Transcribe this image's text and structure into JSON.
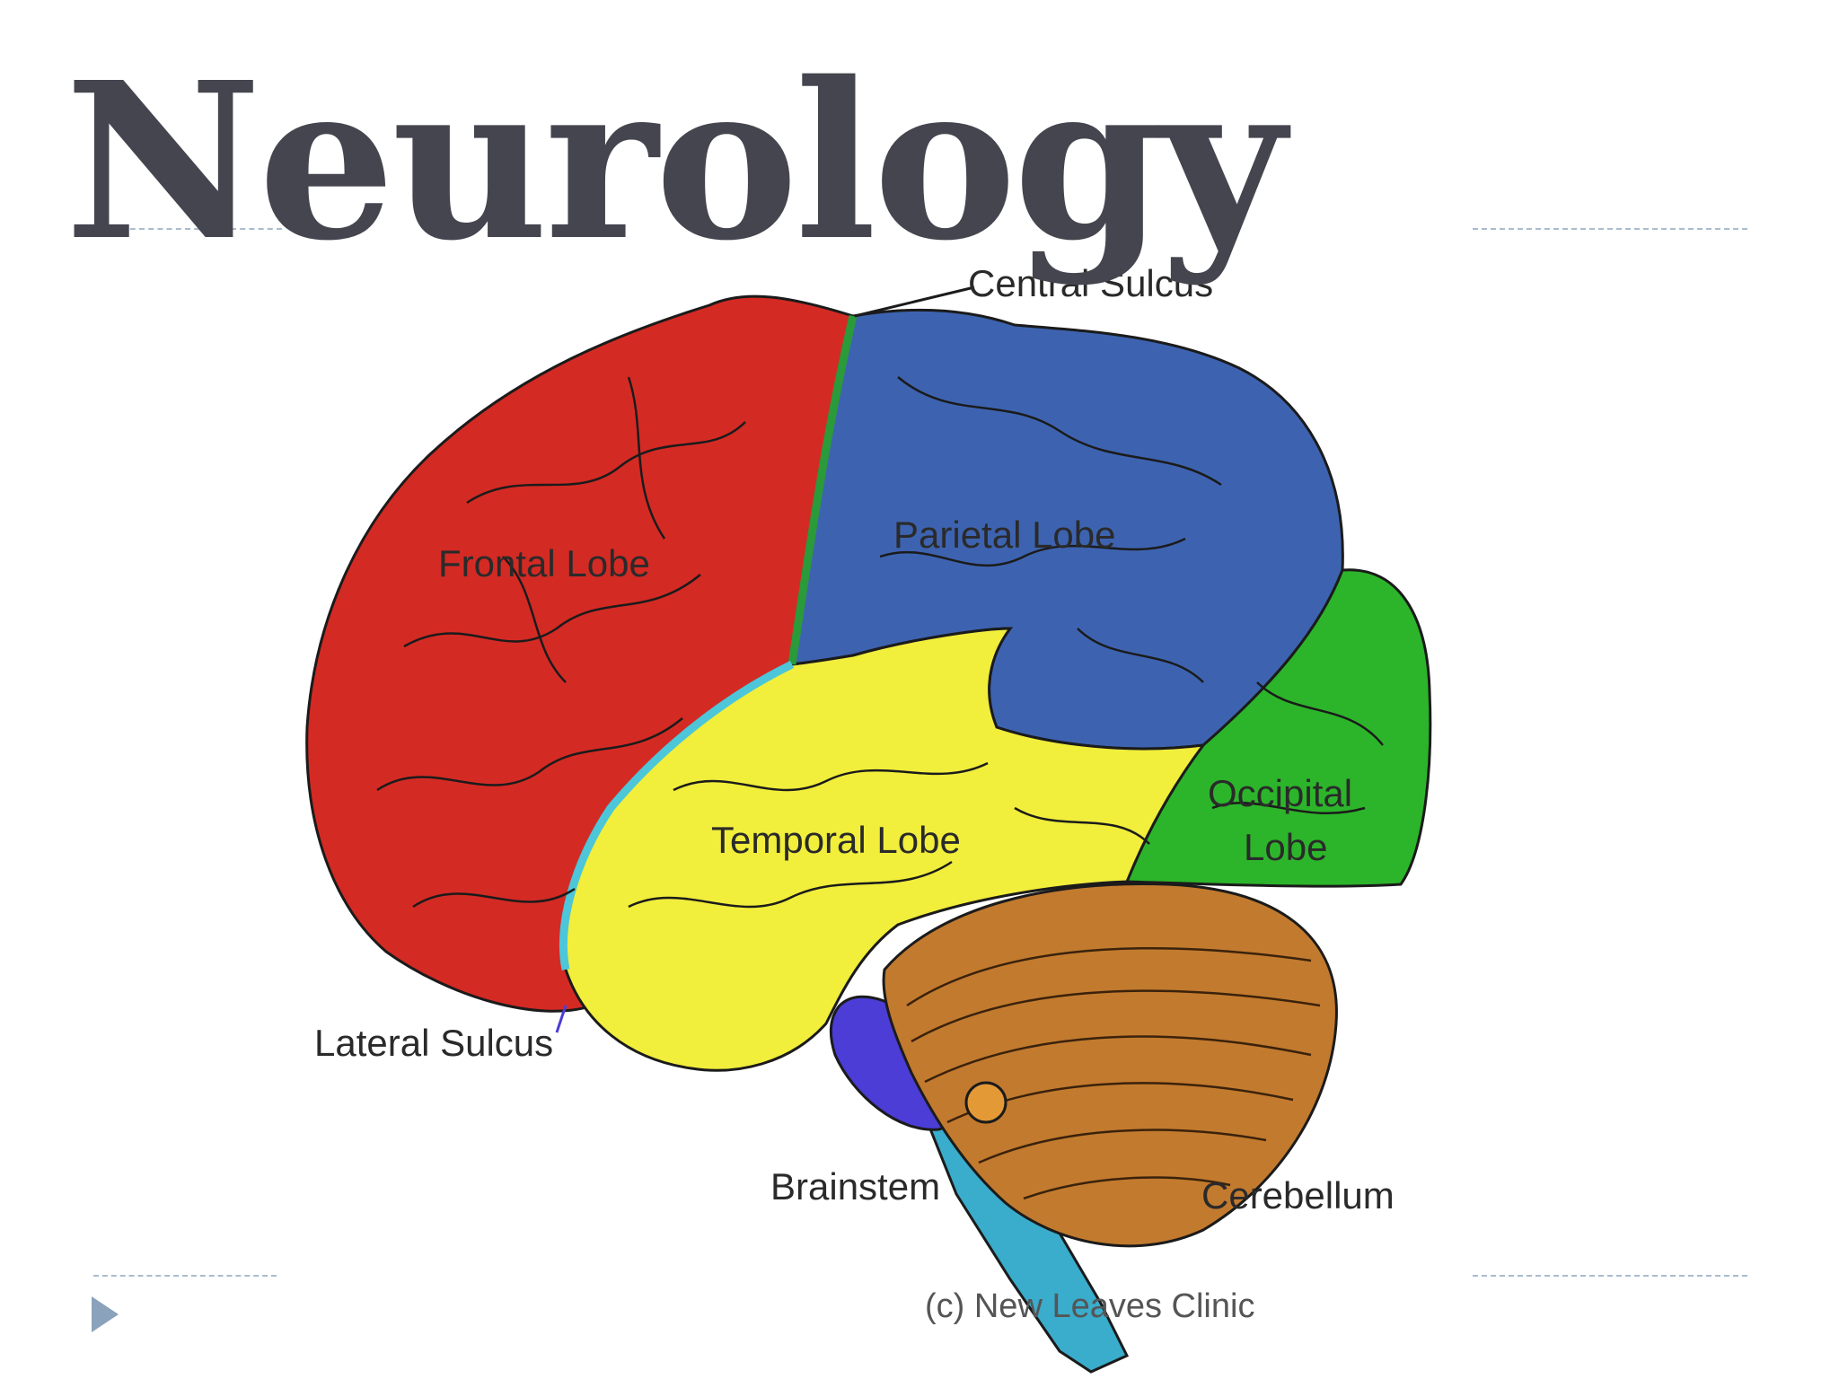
{
  "slide": {
    "title": "Neurology",
    "footer": "(c) New Leaves Clinic"
  },
  "diagram": {
    "labels": {
      "central_sulcus": "Central Sulcus",
      "frontal_lobe": "Frontal Lobe",
      "parietal_lobe": "Parietal Lobe",
      "temporal_lobe": "Temporal Lobe",
      "occipital_lobe_line1": "Occipital",
      "occipital_lobe_line2": "Lobe",
      "lateral_sulcus": "Lateral Sulcus",
      "brainstem": "Brainstem",
      "cerebellum": "Cerebellum"
    },
    "colors": {
      "frontal": "#d42a24",
      "parietal": "#3d63b0",
      "temporal": "#f1ee3c",
      "occipital": "#2cb52a",
      "cerebellum": "#c27a2e",
      "brainstem": "#3aaccc",
      "pons": "#4b3dd6",
      "central_sulcus_line": "#2a9a3a",
      "lateral_sulcus_line": "#4cc6d8"
    }
  },
  "theme": {
    "title_color": "#45454f",
    "rule_color": "#a9bccd",
    "nav_arrow_color": "#8aa2bb"
  }
}
